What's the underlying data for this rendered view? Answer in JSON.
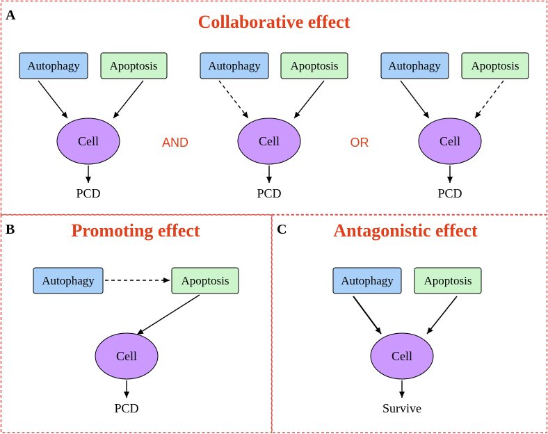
{
  "colors": {
    "border": "#d9534f",
    "title": "#e0401c",
    "autophagy_fill": "#a8d0f8",
    "apoptosis_fill": "#ccf5cc",
    "cell_fill": "#cc99ff",
    "stroke": "#000000"
  },
  "labels": {
    "autophagy": "Autophagy",
    "apoptosis": "Apoptosis",
    "cell": "Cell",
    "pcd": "PCD",
    "survive": "Survive"
  },
  "panels": {
    "a": {
      "letter": "A",
      "title": "Collaborative effect",
      "connector_and": "AND",
      "connector_or": "OR"
    },
    "b": {
      "letter": "B",
      "title": "Promoting effect"
    },
    "c": {
      "letter": "C",
      "title": "Antagonistic effect"
    }
  },
  "edges": [
    {
      "panel": "A1",
      "from": "autophagy",
      "to": "cell",
      "style": "solid"
    },
    {
      "panel": "A1",
      "from": "apoptosis",
      "to": "cell",
      "style": "solid"
    },
    {
      "panel": "A1",
      "from": "cell",
      "to": "pcd",
      "style": "solid"
    },
    {
      "panel": "A2",
      "from": "autophagy",
      "to": "cell",
      "style": "dashed"
    },
    {
      "panel": "A2",
      "from": "apoptosis",
      "to": "cell",
      "style": "solid"
    },
    {
      "panel": "A2",
      "from": "cell",
      "to": "pcd",
      "style": "solid"
    },
    {
      "panel": "A3",
      "from": "autophagy",
      "to": "cell",
      "style": "solid"
    },
    {
      "panel": "A3",
      "from": "apoptosis",
      "to": "cell",
      "style": "dashed"
    },
    {
      "panel": "A3",
      "from": "cell",
      "to": "pcd",
      "style": "solid"
    },
    {
      "panel": "B",
      "from": "autophagy",
      "to": "apoptosis",
      "style": "dashed"
    },
    {
      "panel": "B",
      "from": "apoptosis",
      "to": "cell",
      "style": "solid"
    },
    {
      "panel": "B",
      "from": "cell",
      "to": "pcd",
      "style": "solid"
    },
    {
      "panel": "C",
      "from": "autophagy",
      "to": "cell",
      "style": "solid"
    },
    {
      "panel": "C",
      "from": "apoptosis",
      "to": "cell",
      "style": "solid"
    },
    {
      "panel": "C",
      "from": "cell",
      "to": "survive",
      "style": "solid"
    }
  ]
}
